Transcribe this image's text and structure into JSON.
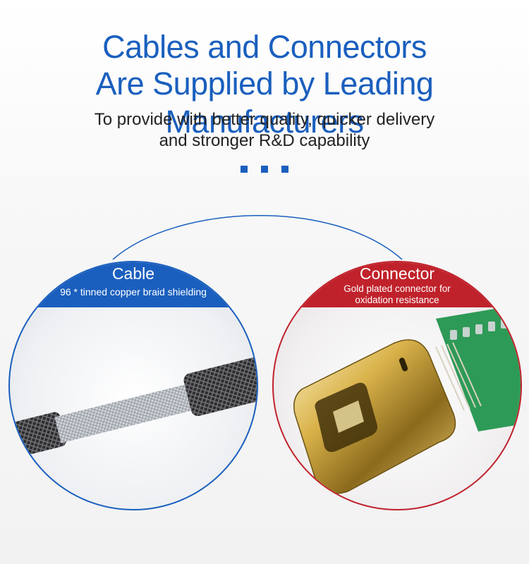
{
  "header": {
    "title_line1": "Cables and Connectors",
    "title_line2": "Are Supplied by Leading Manufacturers",
    "subtitle_line1": "To provide with better quality, quicker delivery",
    "subtitle_line2": "and stronger R&D capability"
  },
  "colors": {
    "brand_blue": "#1a5fbe",
    "accent_red": "#c0222b"
  },
  "cable_panel": {
    "title": "Cable",
    "description": "96 * tinned copper braid shielding"
  },
  "connector_panel": {
    "title": "Connector",
    "description_line1": "Gold plated connector for",
    "description_line2": "oxidation resistance"
  }
}
